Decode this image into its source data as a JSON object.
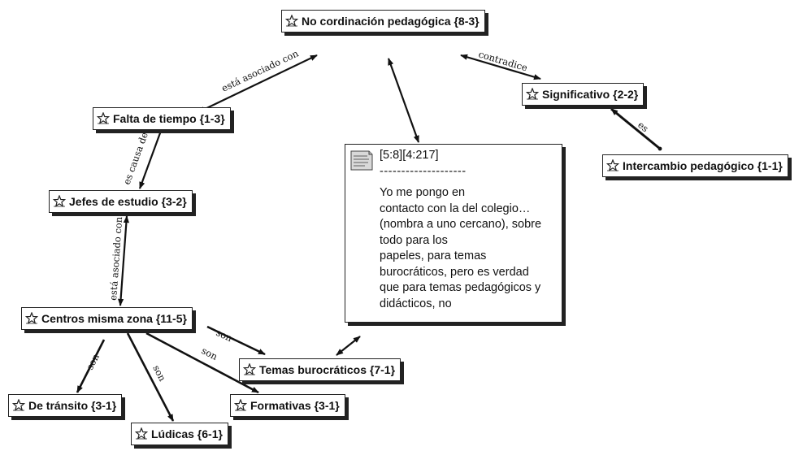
{
  "nodes": {
    "no_coordinacion": "No cordinación pedagógica {8-3}",
    "significativo": "Significativo {2-2}",
    "intercambio": "Intercambio pedagógico {1-1}",
    "falta_tiempo": "Falta de tiempo {1-3}",
    "jefes_estudio": "Jefes de estudio {3-2}",
    "centros_zona": "Centros misma zona {11-5}",
    "de_transito": "De tránsito {3-1}",
    "ludicas": "Lúdicas {6-1}",
    "formativas": "Formativas {3-1}",
    "temas_burocraticos": "Temas burocráticos {7-1}"
  },
  "relations": {
    "asociado_1": "está asociado con",
    "contradice": "contradice",
    "es": "es",
    "causa_de": "es causa de",
    "asociado_2": "está asociado con",
    "son_1": "son",
    "son_2": "son",
    "son_3": "son",
    "son_4": "son"
  },
  "memo": {
    "reference": "[5:8][4:217]",
    "separator": "--------------------",
    "lines": [
      "Yo me pongo en",
      "contacto con la del colegio…",
      "(nombra a uno cercano), sobre",
      "todo para los",
      "papeles, para temas",
      "burocráticos, pero es verdad",
      "que para temas pedagógicos y",
      "didácticos, no"
    ]
  },
  "colors": {
    "stroke": "#222222",
    "background": "#ffffff"
  },
  "icons": {
    "node": "code-star-icon",
    "memo": "memo-note-icon"
  }
}
